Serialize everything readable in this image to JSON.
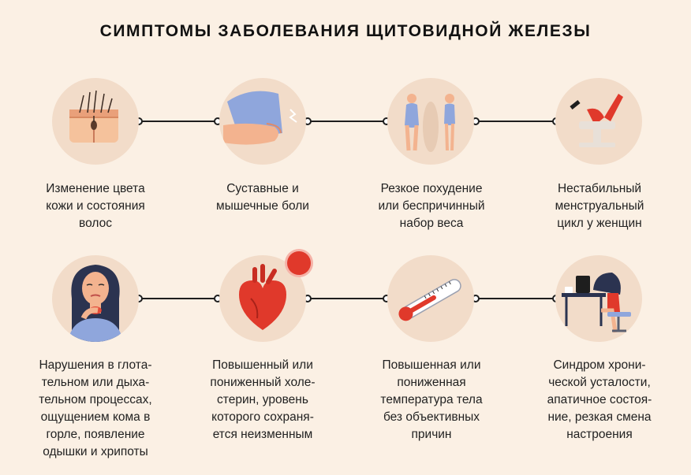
{
  "title": "СИМПТОМЫ ЗАБОЛЕВАНИЯ ЩИТОВИДНОЙ ЖЕЛЕЗЫ",
  "colors": {
    "background": "#fbf0e4",
    "circle": "#f2dcc9",
    "line": "#1e1e1e",
    "accent_red": "#e0392b",
    "skin": "#f3b38f",
    "blue": "#8fa6dc"
  },
  "rows": [
    {
      "items": [
        {
          "icon": "hair-skin-icon",
          "text": "Изменение цвета\nкожи и состояния\nволос"
        },
        {
          "icon": "joint-pain-icon",
          "text": "Суставные и\nмышечные боли"
        },
        {
          "icon": "weight-change-icon",
          "text": "Резкое похудение\nили беспричинный\nнабор веса"
        },
        {
          "icon": "gynecological-chair-icon",
          "text": "Нестабильный\nменструальный\nцикл у женщин"
        }
      ]
    },
    {
      "items": [
        {
          "icon": "sore-throat-icon",
          "text": "Нарушения в глота-\nтельном или дыха-\nтельном процессах,\nощущением кома в\nгорле, появление\nодышки и хрипоты"
        },
        {
          "icon": "heart-icon",
          "text": "Повышенный или\nпониженный холе-\nстерин, уровень\nкоторого сохраня-\nется неизменным"
        },
        {
          "icon": "thermometer-icon",
          "text": "Повышенная или\nпониженная\nтемпература тела\nбез объективных\nпричин"
        },
        {
          "icon": "fatigue-icon",
          "text": "Синдром хрони-\nческой усталости,\nапатичное состоя-\nние, резкая смена\nнастроения"
        }
      ]
    }
  ]
}
